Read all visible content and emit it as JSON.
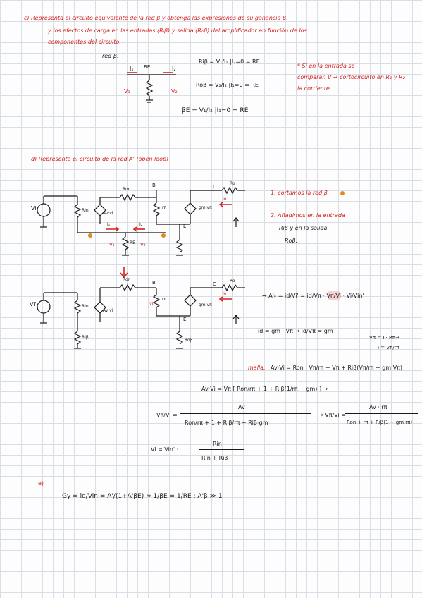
{
  "colors": {
    "ink": "#1a1a1a",
    "red": "#d42020",
    "grid": "#d9dde6",
    "orange": "#e08a1e"
  },
  "section_c": {
    "line1": "c) Representa el circuito equivalente de la red β y obtenga las expresiones de su ganancia β,",
    "line2": "y los efectos de carga en las entradas (Rᵢβ) y salida (Rₒβ) del amplificador en función de los",
    "line3": "componentes del circuito.",
    "red_beta_label": "red β:",
    "rib_formula": "Riβ = V₁/I₁ |I₂=0 = RE",
    "rob_formula": "Roβ = V₂/I₂ |I₁=0 = RE",
    "beta_formula": "βE = V₁/I₂ |I₁=0 = RE",
    "note1": "* Si en la entrada se",
    "note2": "comparan V → cortocircuito en R₁ y R₂",
    "note3": "la corriente",
    "circuit_labels": {
      "i1": "I₁",
      "i2": "I₂",
      "re": "RE",
      "v1": "V₁",
      "v2": "V₂",
      "plus": "+",
      "minus": "−"
    }
  },
  "section_d": {
    "title": "d) Representa el circuito de la red A' (open loop)",
    "step1": "1. cortamos la red β",
    "step2_1": "2. Añadimos en la entrada",
    "step2_2": "Riβ y en la salida",
    "step2_3": "Roβ.",
    "circuit1_labels": {
      "vi": "Vi",
      "rin": "Rin",
      "rin_s": "Rin",
      "ron": "Ron",
      "b": "B",
      "c": "C",
      "e": "E",
      "ro": "Ro",
      "rpi": "rπ",
      "gm": "gm·vπ",
      "avvi": "Av·vi",
      "i1": "I₁",
      "i2": "I₂",
      "re": "RE",
      "v1": "V₁",
      "v2": "V₂",
      "io": "Io"
    },
    "circuit2_labels": {
      "vi": "Vi'",
      "rin": "Rin",
      "rib": "Riβ",
      "ron": "Ron",
      "b": "B",
      "c": "C",
      "e": "E",
      "ro": "Ro",
      "rpi": "rπ",
      "gm": "gm·vπ",
      "avvi": "Av·vi",
      "vpi": "vπ",
      "rob": "Roβ",
      "io": "Io"
    },
    "aprime": "→ A'ᵥ = id/Vi' = id/Vπ · Vπ/Vi · Vi/Vin'",
    "id_eq": "id = gm · Vπ   →   id/Vπ = gm",
    "vpi_note1": "Vπ = I · Rπ→",
    "vpi_note2": "I = Vπ/rπ",
    "malla_label": "malla:",
    "malla": "Av·Vi = Ron · Vπ/rπ + Vπ + Riβ(Vπ/rπ + gm·Vπ)",
    "av_eq": "Av·Vi = Vπ [ Ron/rπ + 1 + Riβ(1/rπ + gm) ] →",
    "ratio_lhs": "Vπ/Vi =",
    "ratio_num": "Av",
    "ratio_den": "Ron/rπ + 1 + Riβ/rπ + Riβ·gm",
    "ratio2_lhs": "→ Vπ/Vi =",
    "ratio2_num": "Av · rπ",
    "ratio2_den": "Ron + rπ + Riβ(1 + gm·rπ)",
    "vi_eq_lhs": "Vi = Vin' ·",
    "vi_num": "Rin",
    "vi_den": "Rin + Riβ"
  },
  "section_e": {
    "label": "e)",
    "gy": "Gy = id/Vin = A'/(1+A'βE) ≈ 1/βE = 1/RE ;   A'β ≫ 1"
  }
}
